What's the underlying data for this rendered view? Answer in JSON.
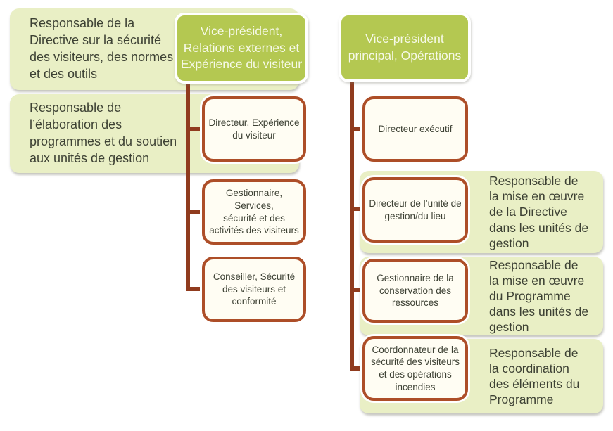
{
  "colors": {
    "header_green": "#b4c851",
    "annotation_green": "#e9efc5",
    "child_fill": "#fffdf3",
    "border_brown": "#ad4e28",
    "connector_brown": "#903b1e",
    "text_dark": "#3d4134",
    "header_text": "#f6f9e8"
  },
  "left_branch": {
    "header": "Vice-président,\nRelations externes et\nExpérience du visiteur",
    "callouts": [
      "Responsable de la\nDirective sur la sécurité\ndes visiteurs, des normes\net des outils",
      "Responsable de\nl’élaboration des\nprogrammes et du soutien\naux unités de gestion"
    ],
    "children": [
      "Directeur, Expérience\ndu visiteur",
      "Gestionnaire, Services,\nsécurité et des\nactivités des visiteurs",
      "Conseiller, Sécurité\ndes visiteurs et\nconformité"
    ]
  },
  "right_branch": {
    "header": "Vice-président\nprincipal, Opérations",
    "children": [
      "Directeur exécutif",
      "Directeur de l’unité de\ngestion/du lieu",
      "Gestionnaire de la\nconservation des\nressources",
      "Coordonnateur de la\nsécurité des visiteurs\net des opérations\nincendies"
    ],
    "callouts": [
      "Responsable de\nla mise en œuvre\nde la Directive\ndans les unités de\ngestion",
      "Responsable de\nla mise en œuvre\ndu Programme\ndans les unités de\ngestion",
      "Responsable de\nla coordination\ndes éléments du\nProgramme"
    ]
  }
}
